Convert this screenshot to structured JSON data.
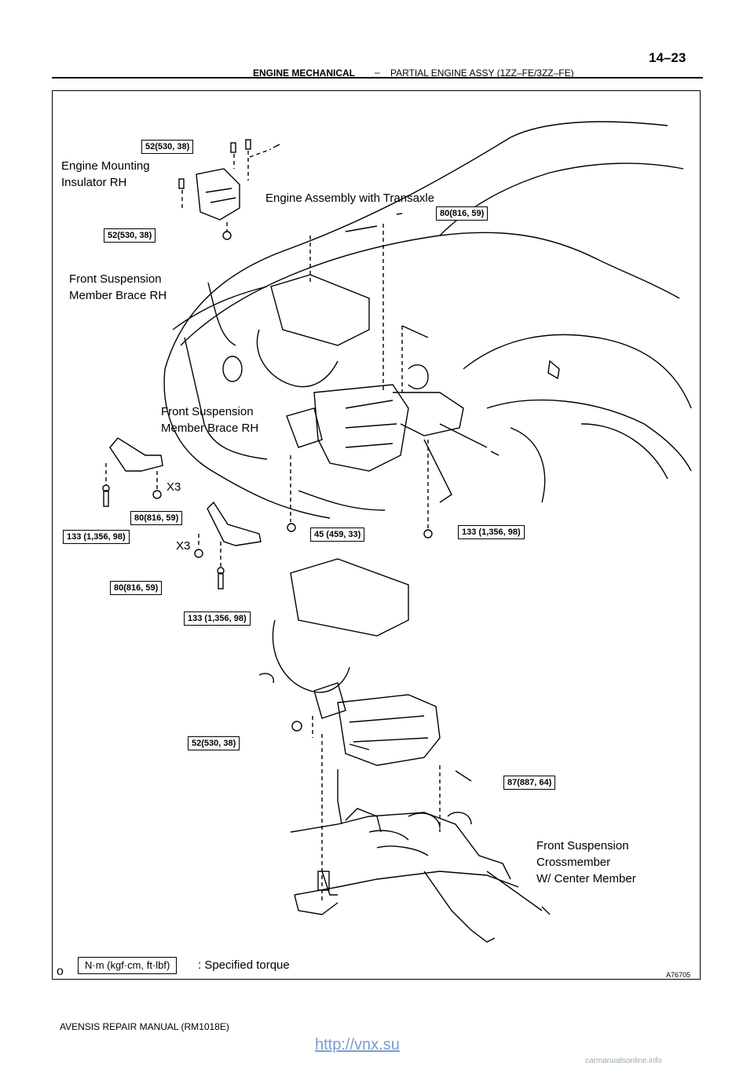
{
  "header": {
    "page_number": "14–23",
    "section": "ENGINE MECHANICAL",
    "separator": "–",
    "subsection": "PARTIAL ENGINE ASSY (1ZZ–FE/3ZZ–FE)"
  },
  "labels": {
    "engine_mounting_insulator": [
      "Engine Mounting",
      "Insulator RH"
    ],
    "engine_assembly": "Engine Assembly with Transaxle",
    "front_suspension_brace_1": [
      "Front Suspension",
      "Member Brace RH"
    ],
    "front_suspension_brace_2": [
      "Front Suspension",
      "Member Brace RH"
    ],
    "front_suspension_crossmember": [
      "Front Suspension",
      "Crossmember",
      "W/ Center Member"
    ],
    "multiplier_1": "X3",
    "multiplier_2": "X3"
  },
  "torques": [
    "52(530, 38)",
    "52(530, 38)",
    "80(816, 59)",
    "80(816, 59)",
    "133 (1,356, 98)",
    "45 (459, 33)",
    "133 (1,356, 98)",
    "80(816, 59)",
    "133 (1,356, 98)",
    "52(530, 38)",
    "87(887, 64)"
  ],
  "legend": {
    "unit_box": "N·m (kgf·cm, ft·lbf)",
    "text": ": Specified torque",
    "mark": "o"
  },
  "figure_code": "A76705",
  "footer": "AVENSIS REPAIR MANUAL   (RM1018E)",
  "watermark": "http://vnx.su",
  "site": "carmanualsonline.info"
}
